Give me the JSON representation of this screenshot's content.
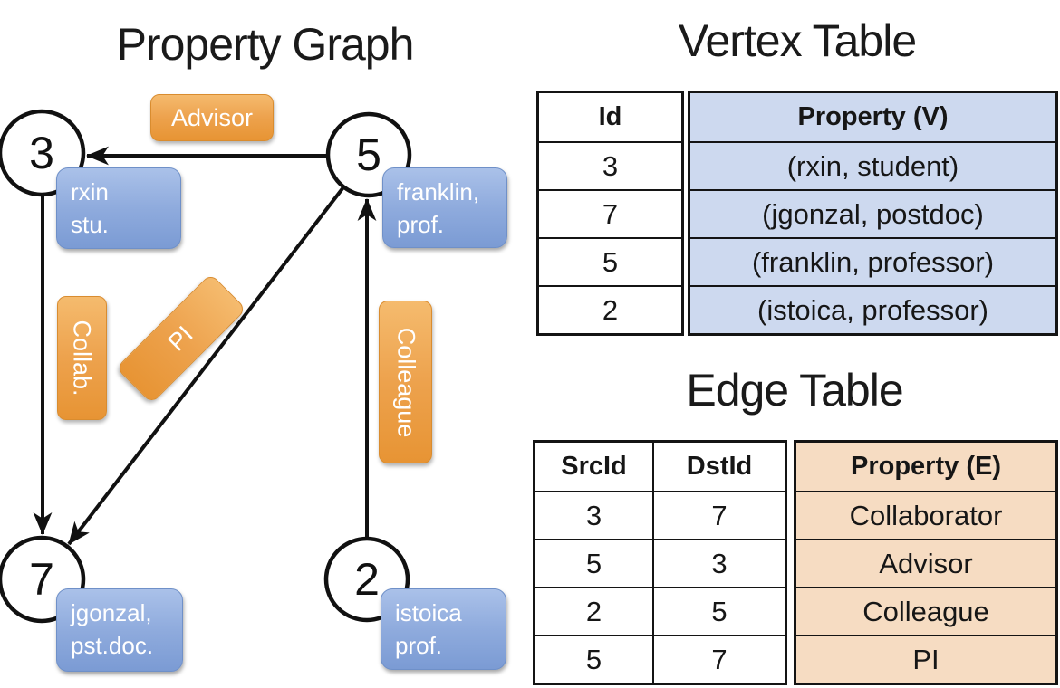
{
  "panel_graph": {
    "title": "Property Graph",
    "nodes": [
      {
        "id": "3",
        "line1": "rxin",
        "line2": "stu."
      },
      {
        "id": "5",
        "line1": "franklin,",
        "line2": "prof."
      },
      {
        "id": "7",
        "line1": "jgonzal,",
        "line2": "pst.doc."
      },
      {
        "id": "2",
        "line1": "istoica",
        "line2": "prof."
      }
    ],
    "edges": [
      {
        "from": "5",
        "to": "3",
        "label": "Advisor"
      },
      {
        "from": "3",
        "to": "7",
        "label": "Collab."
      },
      {
        "from": "5",
        "to": "7",
        "label": "PI"
      },
      {
        "from": "2",
        "to": "5",
        "label": "Colleague"
      }
    ]
  },
  "vertex_table": {
    "title": "Vertex Table",
    "columns": {
      "id": "Id",
      "property": "Property (V)"
    },
    "rows": [
      {
        "id": "3",
        "property": "(rxin, student)"
      },
      {
        "id": "7",
        "property": "(jgonzal, postdoc)"
      },
      {
        "id": "5",
        "property": "(franklin, professor)"
      },
      {
        "id": "2",
        "property": "(istoica, professor)"
      }
    ]
  },
  "edge_table": {
    "title": "Edge Table",
    "columns": {
      "src": "SrcId",
      "dst": "DstId",
      "property": "Property (E)"
    },
    "rows": [
      {
        "src": "3",
        "dst": "7",
        "property": "Collaborator"
      },
      {
        "src": "5",
        "dst": "3",
        "property": "Advisor"
      },
      {
        "src": "2",
        "dst": "5",
        "property": "Colleague"
      },
      {
        "src": "5",
        "dst": "7",
        "property": "PI"
      }
    ]
  },
  "colors": {
    "edge_property_accent": "#eda24d",
    "vertex_property_accent": "#8fabdd",
    "vertex_table_fill": "#cdd9ef",
    "edge_table_fill": "#f6dcc2",
    "line_color": "#111111"
  }
}
